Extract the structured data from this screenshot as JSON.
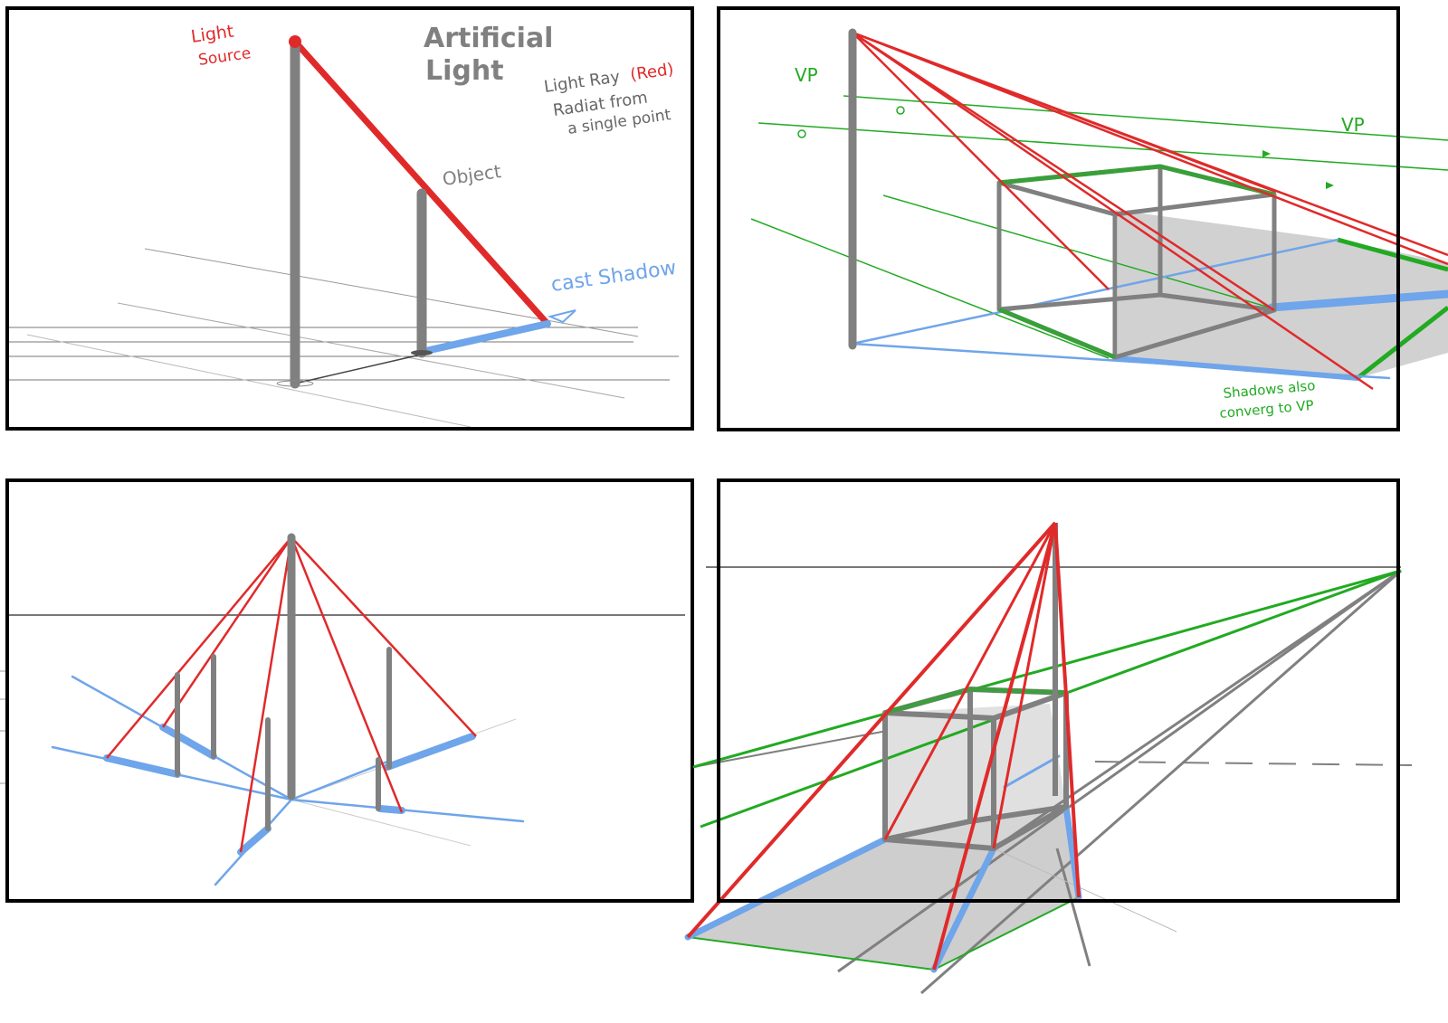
{
  "colors": {
    "frame": "#000000",
    "pole": "#808080",
    "light_ray": "#e02a2a",
    "shadow": "#6fa5ea",
    "perspective": "#22aa22",
    "horizon": "#777777",
    "shadow_fill": "#c8c8c8"
  },
  "panel1": {
    "title_line1": "Artificial",
    "title_line2": "Light",
    "light_source_line1": "Light",
    "light_source_line2": "Source",
    "object_label": "Object",
    "note_line1": "Light Ray",
    "note_red": "(Red)",
    "note_line2": "Radiat from",
    "note_line3": "a single point",
    "cast_shadow_label": "cast Shadow"
  },
  "panel2": {
    "vp_left": "VP",
    "vp_right": "VP",
    "note_line1": "Shadows also",
    "note_line2": "converg to VP"
  }
}
